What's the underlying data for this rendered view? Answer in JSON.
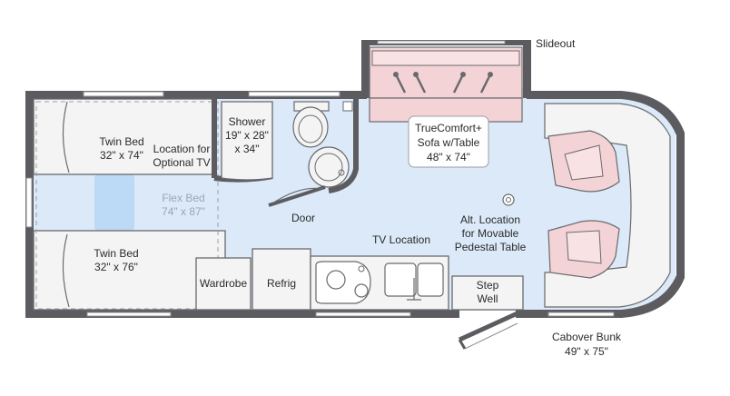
{
  "colors": {
    "wall": "#5c5c60",
    "floor": "#dbe9f8",
    "furniture": "#f4f4f4",
    "sofa": "#f4d3d6",
    "flex_bed": "#bcd9f5",
    "label": "#2b2b2b",
    "flex_label": "#9aa7b5"
  },
  "labels": {
    "slideout": "Slideout",
    "shower": [
      "Shower",
      "19\" x 28\"",
      "x 34\""
    ],
    "twin_bed_top": [
      "Twin Bed",
      "32\" x 74\""
    ],
    "optional_tv": [
      "Location for",
      "Optional TV"
    ],
    "flex_bed": [
      "Flex Bed",
      "74\" x 87\""
    ],
    "twin_bed_bottom": [
      "Twin Bed",
      "32\" x 76\""
    ],
    "door": "Door",
    "sofa": [
      "TrueComfort+",
      "Sofa w/Table",
      "48\" x 74\""
    ],
    "pedestal": [
      "Alt. Location",
      "for Movable",
      "Pedestal Table"
    ],
    "tv_location": "TV Location",
    "wardrobe": "Wardrobe",
    "refrig": "Refrig",
    "step_well": [
      "Step",
      "Well"
    ],
    "cabover": [
      "Cabover Bunk",
      "49\" x 75\""
    ]
  },
  "icons": [
    "sofa-icon",
    "cab-seat-icon",
    "toilet-icon",
    "sink-icon",
    "stove-icon",
    "entry-door-icon"
  ]
}
